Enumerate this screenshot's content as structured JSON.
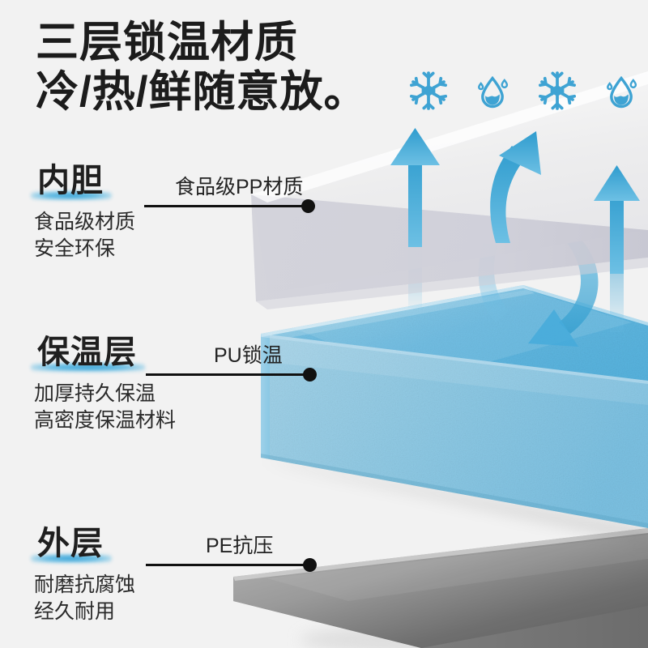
{
  "page": {
    "background_color": "#f2f2f2",
    "accent_blue": "#3ea3d3",
    "text_dark": "#1c1c1c"
  },
  "headline": {
    "line1": "三层锁温材质",
    "line2": "冷/热/鲜随意放。"
  },
  "feature_icons": [
    {
      "name": "snowflake-icon",
      "glyph": "snowflake",
      "color": "#3ea3d3"
    },
    {
      "name": "water-drop-icon",
      "glyph": "water-drop",
      "color": "#3ea3d3"
    },
    {
      "name": "snowflake-icon",
      "glyph": "snowflake",
      "color": "#3ea3d3"
    },
    {
      "name": "water-drop-icon",
      "glyph": "water-drop",
      "color": "#3ea3d3"
    }
  ],
  "layers": [
    {
      "id": "inner-liner",
      "title": "内胆",
      "subtitle_line1": "食品级材质",
      "subtitle_line2": "安全环保",
      "callout": "食品级PP材质",
      "material_color": "#e9e9ec"
    },
    {
      "id": "insulation-layer",
      "title": "保温层",
      "subtitle_line1": "加厚持久保温",
      "subtitle_line2": "高密度保温材料",
      "callout": "PU锁温",
      "material_color": "#6ab9de"
    },
    {
      "id": "outer-layer",
      "title": "外层",
      "subtitle_line1": "耐磨抗腐蚀",
      "subtitle_line2": "经久耐用",
      "callout": "PE抗压",
      "material_color": "#8c8c8c"
    }
  ]
}
